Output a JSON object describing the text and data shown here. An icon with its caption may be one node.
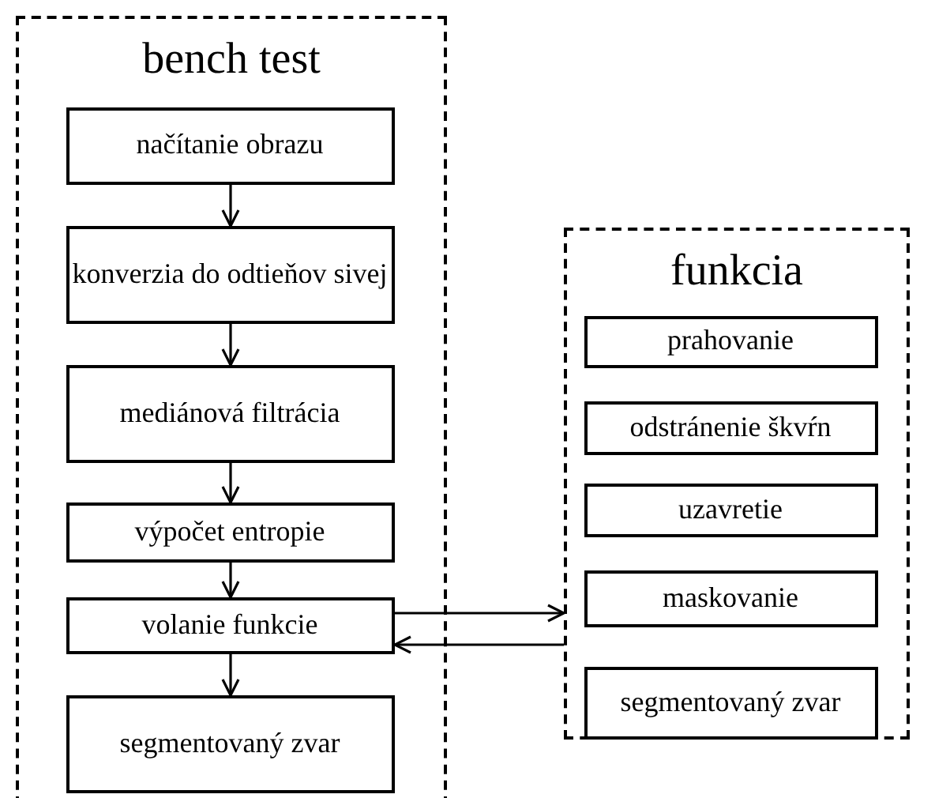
{
  "diagram": {
    "nodes": [
      {
        "text": [
          "bench test"
        ]
      },
      {
        "text": [
          "načítanie obrazu"
        ],
        "in": 0
      },
      {
        "text": [
          "konverzia do odtieňov sivej"
        ],
        "in": 0
      },
      {
        "text": [
          "mediánová filtrácia"
        ],
        "in": 0
      },
      {
        "text": [
          "výpočet entropie"
        ],
        "in": 0
      },
      {
        "text": [
          "volanie funkcie"
        ],
        "in": 0
      },
      {
        "text": [
          "segmentovaný zvar"
        ],
        "in": 0
      },
      {
        "text": [
          "funkcia"
        ]
      },
      {
        "text": [
          "prahovanie"
        ],
        "in": 7
      },
      {
        "text": [
          "odstránenie škvŕn"
        ],
        "in": 7
      },
      {
        "text": [
          "uzavretie"
        ],
        "in": 7
      },
      {
        "text": [
          "maskovanie"
        ],
        "in": 7
      },
      {
        "text": [
          "segmentovaný zvar"
        ],
        "in": 7
      }
    ],
    "edges": [
      {
        "from": 1,
        "to": 2,
        "arrow": "to"
      },
      {
        "from": 2,
        "to": 3,
        "arrow": "to"
      },
      {
        "from": 3,
        "to": 4,
        "arrow": "to"
      },
      {
        "from": 4,
        "to": 5,
        "arrow": "to"
      },
      {
        "from": 5,
        "to": 6,
        "arrow": "to"
      },
      {
        "from": 5,
        "to": 7,
        "arrow": "to"
      },
      {
        "from": 7,
        "to": 5,
        "arrow": "to"
      }
    ]
  }
}
